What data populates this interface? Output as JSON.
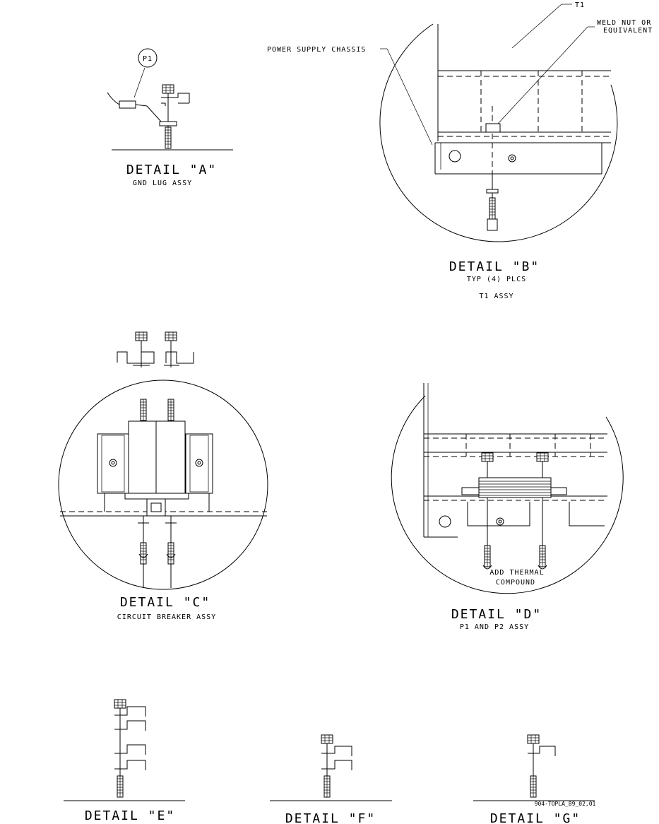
{
  "detail_a": {
    "title": "DETAIL \"A\"",
    "subtitle": "GND LUG ASSY",
    "balloon": "P1"
  },
  "detail_b": {
    "title": "DETAIL \"B\"",
    "subtitle1": "TYP (4) PLCS",
    "subtitle2": "T1 ASSY",
    "callout_t1": "T1",
    "callout_weld1": "WELD NUT OR",
    "callout_weld2": "EQUIVALENT",
    "callout_chassis": "POWER SUPPLY CHASSIS"
  },
  "detail_c": {
    "title": "DETAIL \"C\"",
    "subtitle": "CIRCUIT BREAKER ASSY"
  },
  "detail_d": {
    "title": "DETAIL \"D\"",
    "subtitle": "P1 AND P2 ASSY",
    "note1": "ADD THERMAL",
    "note2": "COMPOUND"
  },
  "detail_e": {
    "title": "DETAIL \"E\""
  },
  "detail_f": {
    "title": "DETAIL \"F\""
  },
  "detail_g": {
    "title": "DETAIL \"G\""
  },
  "drawing_number": "904-TOPLA_89_02,01"
}
